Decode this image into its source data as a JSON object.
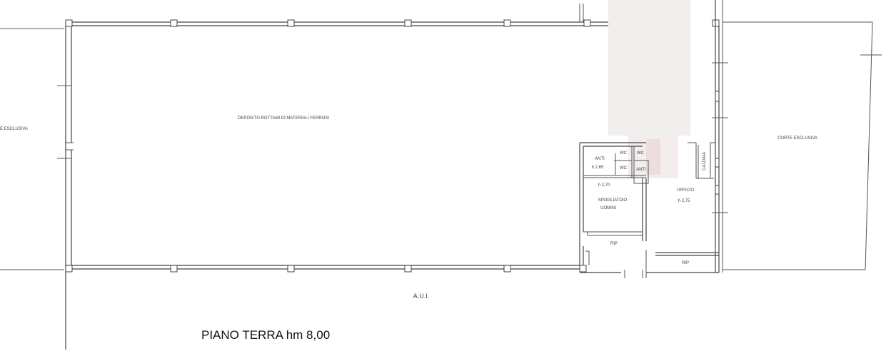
{
  "labels": {
    "deposito": "DEPOSITO ROTTAMI DI MATERIALI FERROSI",
    "corte_left": "E ESCLUSIVA",
    "corte_right": "CORTE ESCLUSIVA",
    "anti_1": "ANTI",
    "anti_1_h": "h 2,65",
    "wc_1": "WC",
    "wc_2": "WC",
    "wc_3": "WC",
    "anti_2": "ANTI",
    "h_270": "h 2,70",
    "spogliatoio": "SPOGLIATOIO",
    "uomini": "UOMINI",
    "rip_1": "RIP",
    "rip_2": "RIP",
    "ufficio": "UFFICIO",
    "ufficio_h": "h 2,75",
    "caldaia": "CALDAIA",
    "aui": "A.U.I.",
    "title": "PIANO TERRA hm 8,00"
  }
}
